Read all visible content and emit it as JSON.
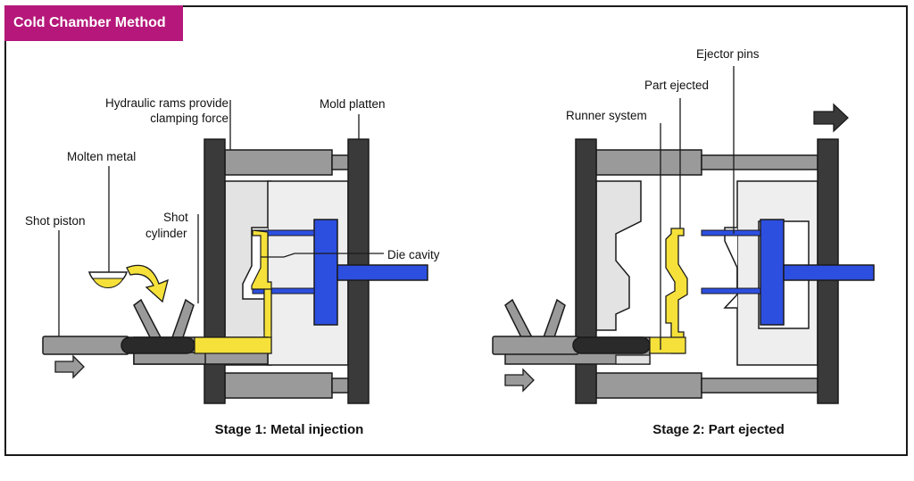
{
  "header": {
    "badge_text": "Cold Chamber Method",
    "badge_color": "#b5187a"
  },
  "colors": {
    "platten": "#3a3a3a",
    "ram": "#9a9a9a",
    "die_light": "#e3e3e3",
    "die_mid": "#eeeeee",
    "metal": "#f5e13a",
    "ejector": "#2d4fe0",
    "plunger": "#2a2a2a",
    "line": "#1a1a1a"
  },
  "stage1": {
    "caption": "Stage 1: Metal injection",
    "labels": {
      "hydraulic_line1": "Hydraulic rams provide",
      "hydraulic_line2": "clamping force",
      "mold_platten": "Mold platten",
      "molten_metal": "Molten metal",
      "shot_piston": "Shot piston",
      "shot_cylinder_line1": "Shot",
      "shot_cylinder_line2": "cylinder",
      "die_cavity": "Die cavity"
    }
  },
  "stage2": {
    "caption": "Stage 2: Part ejected",
    "labels": {
      "ejector_pins": "Ejector pins",
      "part_ejected": "Part ejected",
      "runner_system": "Runner system"
    }
  }
}
